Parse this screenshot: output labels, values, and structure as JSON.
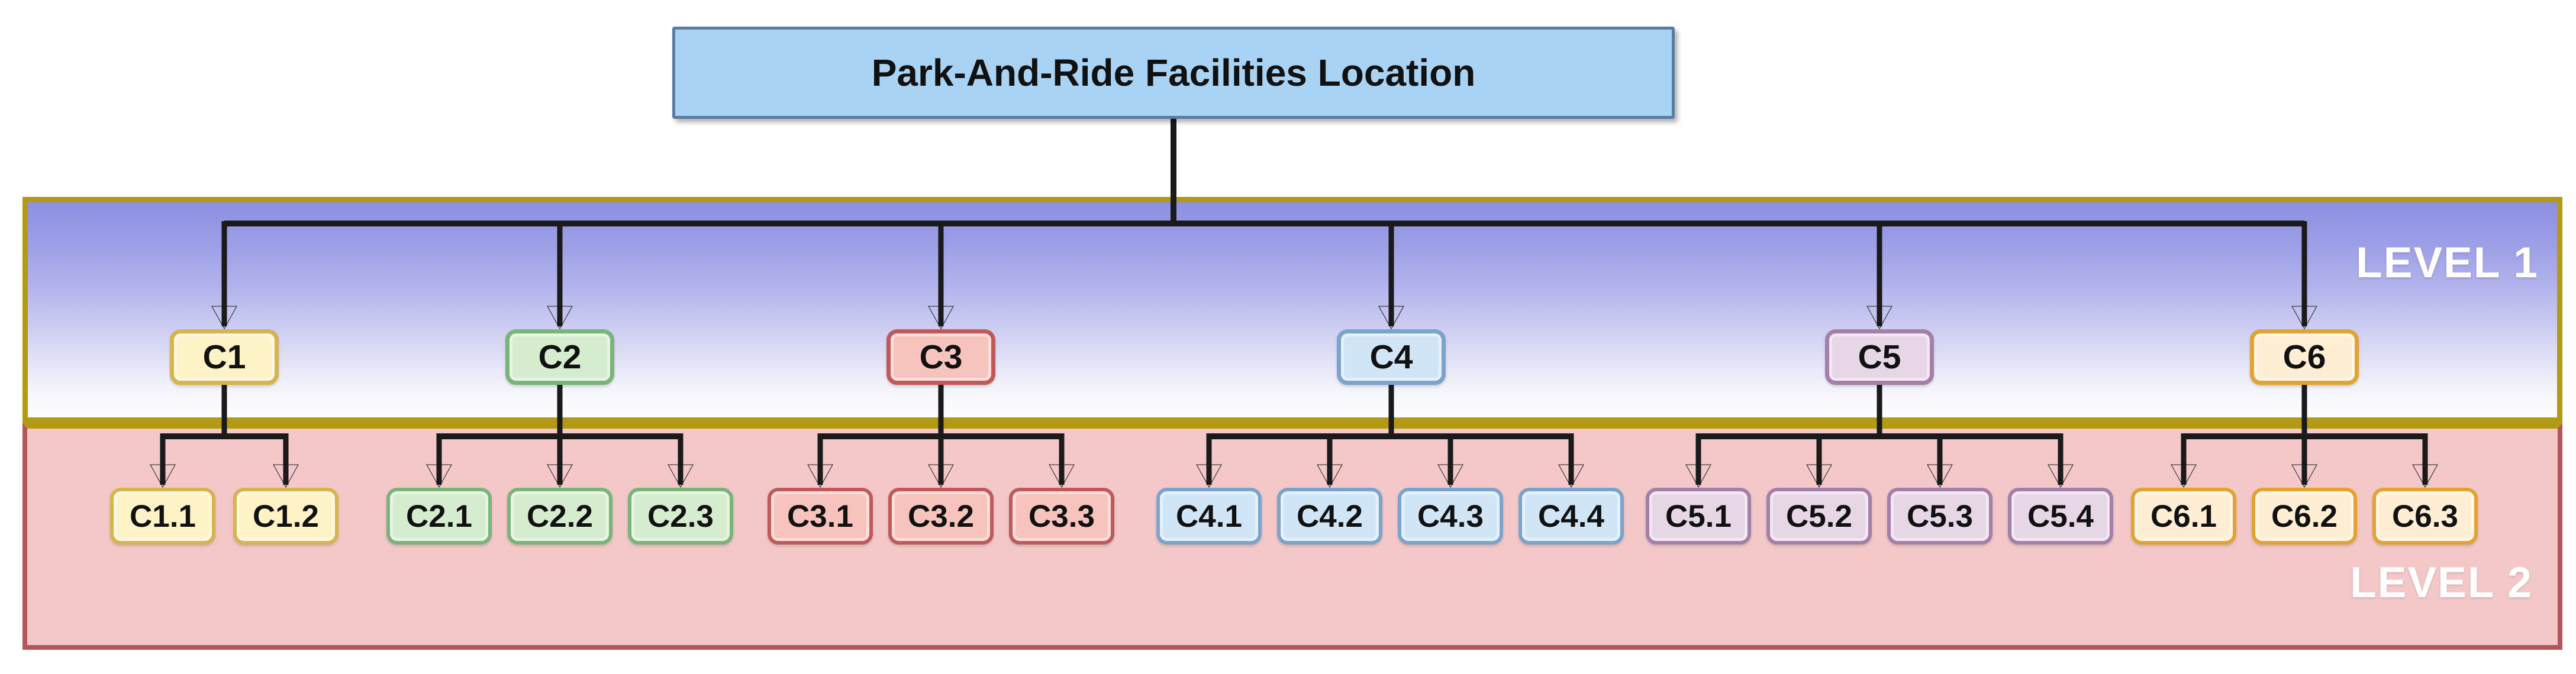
{
  "root": {
    "label": "Park-And-Ride Facilities Location",
    "fill": "#a9d3f4",
    "border": "#5a7ca0"
  },
  "bands": {
    "level1": {
      "label": "LEVEL 1",
      "border": "#b39a15",
      "gradient_top": "#8d8fe3",
      "gradient_bottom": "#ffffff"
    },
    "level2": {
      "label": "LEVEL 2",
      "fill": "#f4c8c8",
      "border": "#b4555c"
    }
  },
  "connector_color": "#1a1a1a",
  "level_label_color": "#ffffff",
  "groups": [
    {
      "parent": "C1",
      "fill": "#fdf3c6",
      "border": "#d6b44e",
      "children": [
        "C1.1",
        "C1.2"
      ]
    },
    {
      "parent": "C2",
      "fill": "#d6ecce",
      "border": "#79b479",
      "children": [
        "C2.1",
        "C2.2",
        "C2.3"
      ]
    },
    {
      "parent": "C3",
      "fill": "#f7c4bd",
      "border": "#c05a5a",
      "children": [
        "C3.1",
        "C3.2",
        "C3.3"
      ]
    },
    {
      "parent": "C4",
      "fill": "#d0e6f6",
      "border": "#7ba3cc",
      "children": [
        "C4.1",
        "C4.2",
        "C4.3",
        "C4.4"
      ]
    },
    {
      "parent": "C5",
      "fill": "#e6d6e6",
      "border": "#a47fa8",
      "children": [
        "C5.1",
        "C5.2",
        "C5.3",
        "C5.4"
      ]
    },
    {
      "parent": "C6",
      "fill": "#fdeed4",
      "border": "#e2a42f",
      "children": [
        "C6.1",
        "C6.2",
        "C6.3"
      ]
    }
  ]
}
